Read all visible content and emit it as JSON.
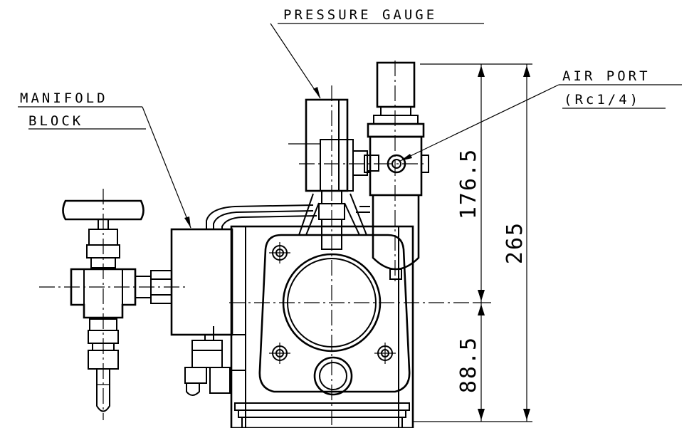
{
  "labels": {
    "pressure_gauge": "PRESSURE GAUGE",
    "manifold_line1": "MANIFOLD",
    "manifold_line2": "BLOCK",
    "air_port_line1": "AIR PORT",
    "air_port_line2": "(Rc1/4)"
  },
  "dimensions": {
    "upper": "176.5",
    "total": "265",
    "lower": "88.5"
  },
  "colors": {
    "line": "#000000",
    "background": "#ffffff"
  }
}
